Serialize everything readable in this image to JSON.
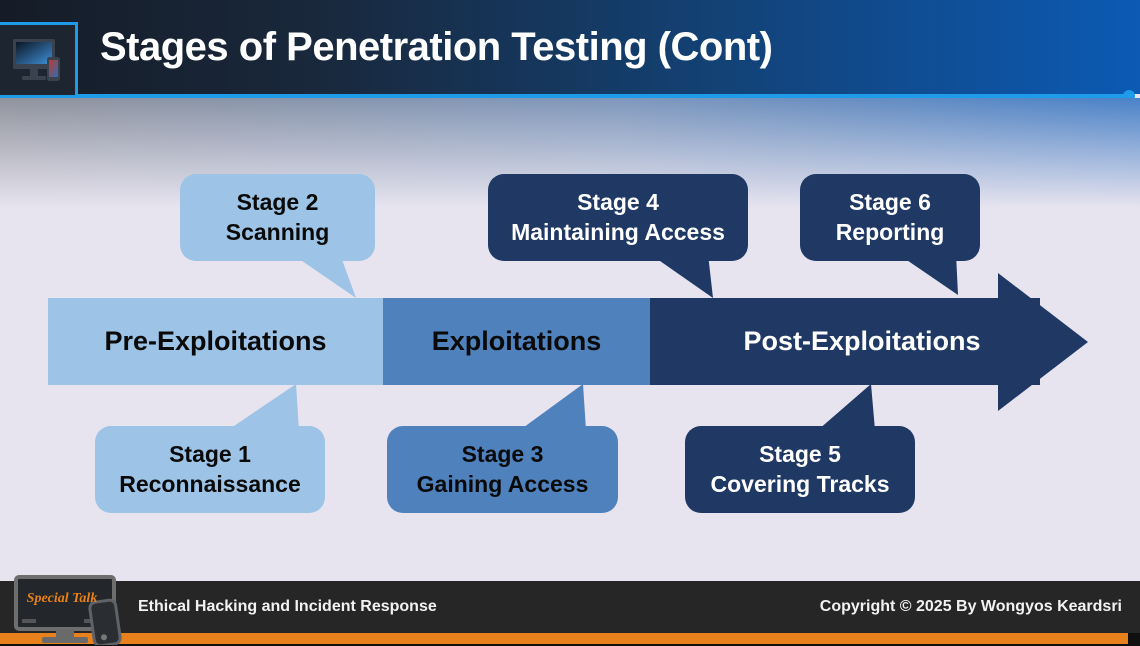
{
  "slide": {
    "title": "Stages of Penetration Testing (Cont)"
  },
  "diagram": {
    "type": "process-arrow",
    "phases": [
      {
        "label": "Pre-Exploitations"
      },
      {
        "label": "Exploitations"
      },
      {
        "label": "Post-Exploitations"
      }
    ],
    "stages": [
      {
        "stage": "Stage 1",
        "name": "Reconnaissance",
        "phase": "Pre-Exploitations",
        "callout_position": "bottom"
      },
      {
        "stage": "Stage 2",
        "name": "Scanning",
        "phase": "Pre-Exploitations",
        "callout_position": "top"
      },
      {
        "stage": "Stage 3",
        "name": "Gaining Access",
        "phase": "Exploitations",
        "callout_position": "bottom"
      },
      {
        "stage": "Stage 4",
        "name": "Maintaining Access",
        "phase": "Post-Exploitations",
        "callout_position": "top"
      },
      {
        "stage": "Stage 5",
        "name": "Covering Tracks",
        "phase": "Post-Exploitations",
        "callout_position": "bottom"
      },
      {
        "stage": "Stage 6",
        "name": "Reporting",
        "phase": "Post-Exploitations",
        "callout_position": "top"
      }
    ]
  },
  "colors": {
    "light_blue": "#9DC3E6",
    "medium_blue": "#4F81BD",
    "navy": "#1F3864",
    "header_blue": "#0C5AB4",
    "underline_blue": "#1E9BE9",
    "background_lavender": "#E7E4EF",
    "footer_dark": "#262626",
    "accent_orange": "#E8811C"
  },
  "icons": {
    "header_logo": "monitor-phone-icon",
    "footer_logo": "monitor-phone-icon"
  },
  "footer": {
    "logo_text": "Special Talk",
    "course": "Ethical Hacking and Incident Response",
    "copyright": "Copyright © 2025 By Wongyos Keardsri"
  }
}
